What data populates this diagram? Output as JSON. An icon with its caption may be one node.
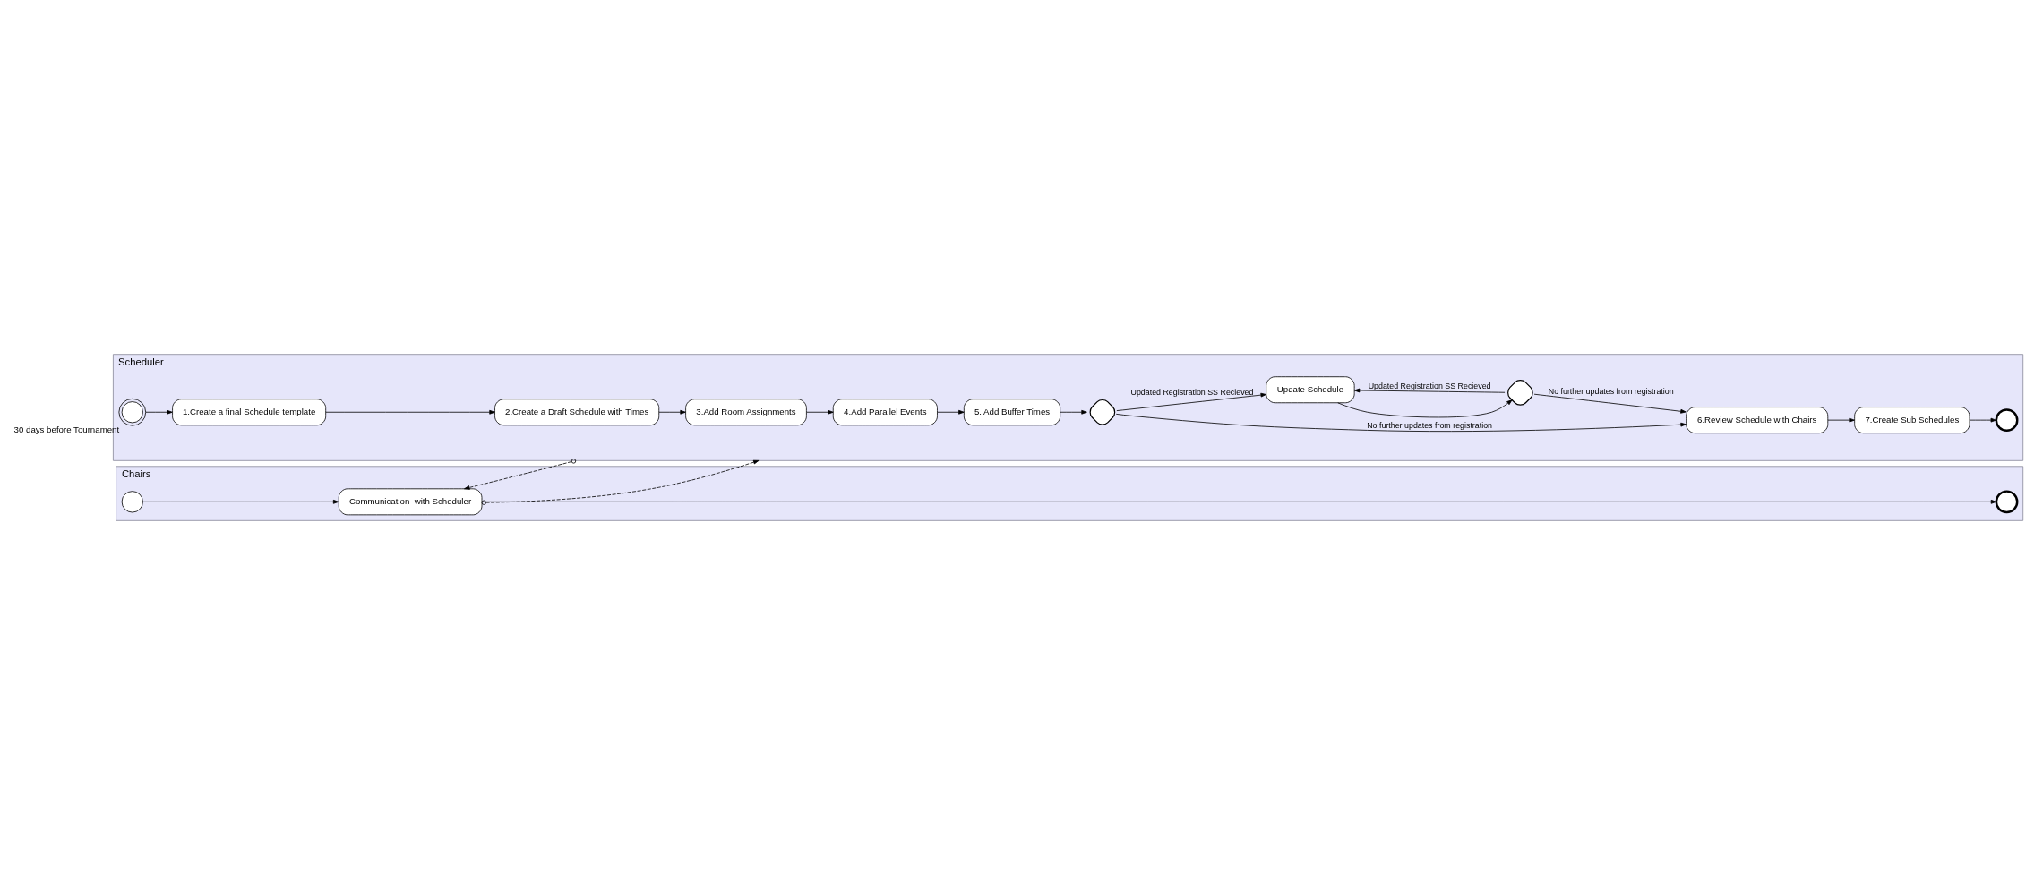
{
  "diagram": {
    "nodes": [
      {
        "text": [
          "Scheduler"
        ]
      },
      {
        "text": [],
        "shape": "circle",
        "in": 0,
        "beside": [
          "30 days before Tournament"
        ]
      },
      {
        "text": [
          "1.Create a final Schedule template"
        ],
        "in": 0
      },
      {
        "text": [
          "2.Create a Draft Schedule with Times"
        ],
        "in": 0
      },
      {
        "text": [
          "3.Add Room Assignments"
        ],
        "in": 0
      },
      {
        "text": [
          "4.Add Parallel Events"
        ],
        "in": 0
      },
      {
        "text": [
          "5. Add Buffer Times"
        ],
        "in": 0
      },
      {
        "text": [],
        "shape": "diamond",
        "in": 0
      },
      {
        "text": [
          "6.Review Schedule with Chairs"
        ],
        "in": 0
      },
      {
        "text": [
          "7.Create Sub Schedules"
        ],
        "in": 0
      },
      {
        "text": [],
        "shape": "circle",
        "in": 0
      },
      {
        "text": [
          "Update Schedule"
        ],
        "in": 0
      },
      {
        "text": [],
        "shape": "diamond",
        "in": 0
      },
      {
        "text": [
          "Chairs"
        ]
      },
      {
        "text": [],
        "shape": "circle",
        "in": 13
      },
      {
        "text": [
          "Communication  with Scheduler"
        ],
        "in": 13
      },
      {
        "text": [],
        "shape": "circle",
        "in": 13
      }
    ],
    "edges": [
      {
        "from": 1,
        "to": 2,
        "arrow": "to"
      },
      {
        "from": 2,
        "to": 3,
        "arrow": "to"
      },
      {
        "from": 3,
        "to": 4,
        "arrow": "to"
      },
      {
        "from": 4,
        "to": 5,
        "arrow": "to"
      },
      {
        "from": 5,
        "to": 6,
        "arrow": "to"
      },
      {
        "from": 6,
        "to": 7,
        "arrow": "to"
      },
      {
        "from": 7,
        "to": 8,
        "arrow": "to",
        "label": "No further updates from registration"
      },
      {
        "from": 7,
        "to": 11,
        "arrow": "to",
        "label": "Updated Registration SS Recieved"
      },
      {
        "from": 11,
        "to": 12,
        "arrow": "to"
      },
      {
        "from": 12,
        "to": 8,
        "arrow": "to",
        "label": "No further updates from registration"
      },
      {
        "from": 12,
        "to": 11,
        "arrow": "to",
        "label": "Updated Registration SS Recieved"
      },
      {
        "from": 8,
        "to": 9,
        "arrow": "to"
      },
      {
        "from": 9,
        "to": 10,
        "arrow": "to"
      },
      {
        "from": 14,
        "to": 15,
        "arrow": "to"
      },
      {
        "from": 15,
        "to": 16,
        "arrow": "to"
      },
      {
        "from": 0,
        "to": 15,
        "arrow": "to",
        "style": "dashed"
      },
      {
        "from": 15,
        "to": 0,
        "arrow": "to",
        "style": "dashed"
      }
    ]
  }
}
